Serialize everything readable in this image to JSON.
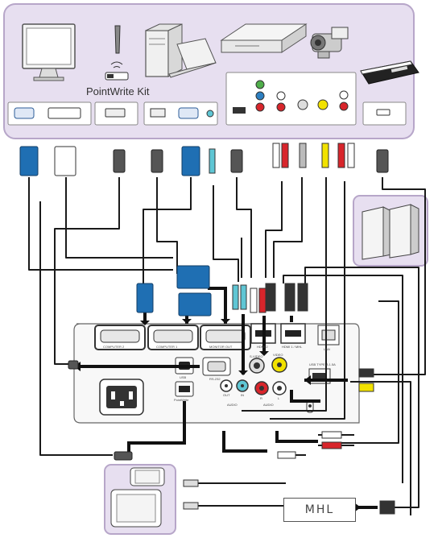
{
  "device_panel": {
    "pointwrite_label": "PointWrite Kit"
  },
  "projector": {
    "ports": {
      "computer2": "COMPUTER 2",
      "computer1": "COMPUTER 1",
      "monitor_out": "MONITOR OUT",
      "hdmi2": "HDMI 2",
      "hdmi1": "HDMI 1 / MHL",
      "lan": "LAN",
      "usb_mini": "USB",
      "rs232": "RS-232",
      "svideo": "S-VIDEO",
      "video": "VIDEO",
      "usb_a": "USB TYPE-A 1.5A",
      "pointwrite": "PointWrite",
      "audio_out": "OUT",
      "audio_in": "IN",
      "audio_r": "R",
      "audio_l": "L",
      "audio1": "AUDIO",
      "audio2": "AUDIO"
    }
  },
  "mhl_adapter": {
    "label": "MHL"
  },
  "colors": {
    "panel": "#e7dff0",
    "panel_border": "#b7a6c9",
    "vga": "#1f6fb3",
    "cable": "#1a1a1a",
    "rca_red": "#d8252b",
    "rca_yellow": "#f2e200"
  }
}
